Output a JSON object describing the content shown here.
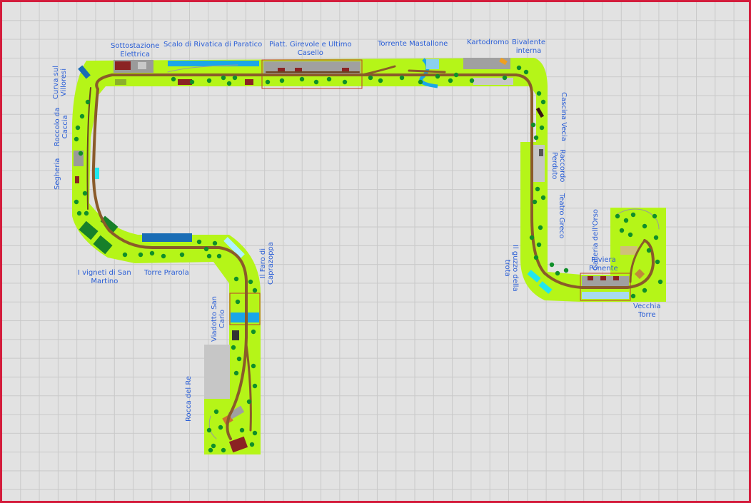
{
  "labels": {
    "sottostazione": [
      "Sottostazione",
      "Elettrica"
    ],
    "scalo": "Scalo di Rivatica di Paratico",
    "piattaforma": [
      "Piatt. Girevole e Ultimo",
      "Casello"
    ],
    "torrente": "Torrente Mastallone",
    "kartodromo": "Kartodromo",
    "bivalente": [
      "Bivalente",
      "interna"
    ],
    "curva": [
      "Curva sul",
      "Villoresi"
    ],
    "roccolo": [
      "Roccolo da",
      "Caccia"
    ],
    "segheria": "Segheria",
    "cascina": "Cascina Vecia",
    "raccordo": [
      "Raccordo",
      "Perduto"
    ],
    "teatro": "Teatro Greco",
    "galleria": "Galleria dell'Orso",
    "riviera": [
      "Riviera",
      "Ponente"
    ],
    "vecchia_torre": [
      "Vecchia",
      "Torre"
    ],
    "guzzo": [
      "Il guzzo della",
      "trota"
    ],
    "vigneti": [
      "I vigneti di San",
      "Martino"
    ],
    "prarola": "Torre Prarola",
    "faro": [
      "Il Faro di",
      "Caprazoppa"
    ],
    "viadotto": [
      "Viadotto San",
      "Carlo"
    ],
    "rocca": "Rocca del Re"
  },
  "colors": {
    "border": "#d41c3c",
    "terrain": "#b5f518",
    "track": "#8a5a2a",
    "tree": "#0f8f2a",
    "label": "#2a5ed6",
    "water": "#1aa6e8"
  }
}
